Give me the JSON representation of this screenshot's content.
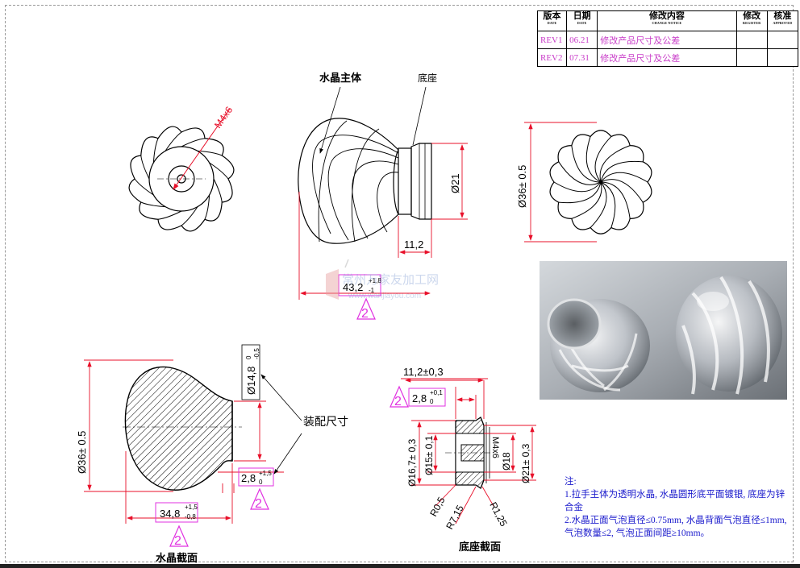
{
  "revision_table": {
    "headers": [
      {
        "label": "版本",
        "sub": "DATE"
      },
      {
        "label": "日期",
        "sub": "DATE"
      },
      {
        "label": "修改内容",
        "sub": "CHANGE NOTICE"
      },
      {
        "label": "修改",
        "sub": "REGISTER"
      },
      {
        "label": "核准",
        "sub": "APPROVED"
      }
    ],
    "rows": [
      {
        "version": "REV1",
        "date": "06.21",
        "content": "修改产品尺寸及公差"
      },
      {
        "version": "REV2",
        "date": "07.31",
        "content": "修改产品尺寸及公差"
      }
    ]
  },
  "labels": {
    "crystal_body": "水晶主体",
    "base": "底座",
    "assembly_size": "装配尺寸",
    "crystal_section": "水晶截面",
    "base_section": "底座截面",
    "watermark_cn": "常州万家友加工网",
    "watermark_url": "www.wanjiayou.com"
  },
  "dimensions": {
    "thread": "M4x6",
    "dia36": "Ø36± 0.5",
    "dia21": "Ø21",
    "len11_2": "11,2",
    "len43_2": "43,2",
    "len43_2_tol_up": "+1,8",
    "len43_2_tol_dn": "-1",
    "triangle": "2",
    "sec_dia36": "Ø36± 0.5",
    "sec_dia14_8": "Ø14,8",
    "sec_dia14_8_tol_up": "0",
    "sec_dia14_8_tol_dn": "-0,5",
    "sec_len34_8": "34,8",
    "sec_len34_8_tol_up": "+1,5",
    "sec_len34_8_tol_dn": "-0,8",
    "sec_len2_8": "2,8",
    "sec_len2_8_tol_up": "+1,5",
    "sec_len2_8_tol_dn": "0",
    "base_11_2": "11,2±0,3",
    "base_2_8": "2,8",
    "base_2_8_tol_up": "+0,1",
    "base_2_8_tol_dn": "0",
    "base_dia16_7": "Ø16,7± 0,3",
    "base_dia15": "Ø15± 0,1",
    "base_m4": "M4x6",
    "base_dia18": "Ø18",
    "base_dia21": "Ø21± 0,3",
    "r0_5": "R0,5",
    "r7_15": "R7,15",
    "r1_25": "R1,25"
  },
  "notes": {
    "title": "注:",
    "items": [
      "1.拉手主体为透明水晶, 水晶圆形底平面镀银, 底座为锌合金",
      "2.水晶正面气泡直径≤0.75mm, 水晶背面气泡直径≤1mm, 气泡数量≤2, 气泡正面间距≥10mm。"
    ]
  },
  "colors": {
    "dimension": "#e8102a",
    "callout": "#e030e0",
    "note": "#1a1acc",
    "line": "#000000"
  }
}
